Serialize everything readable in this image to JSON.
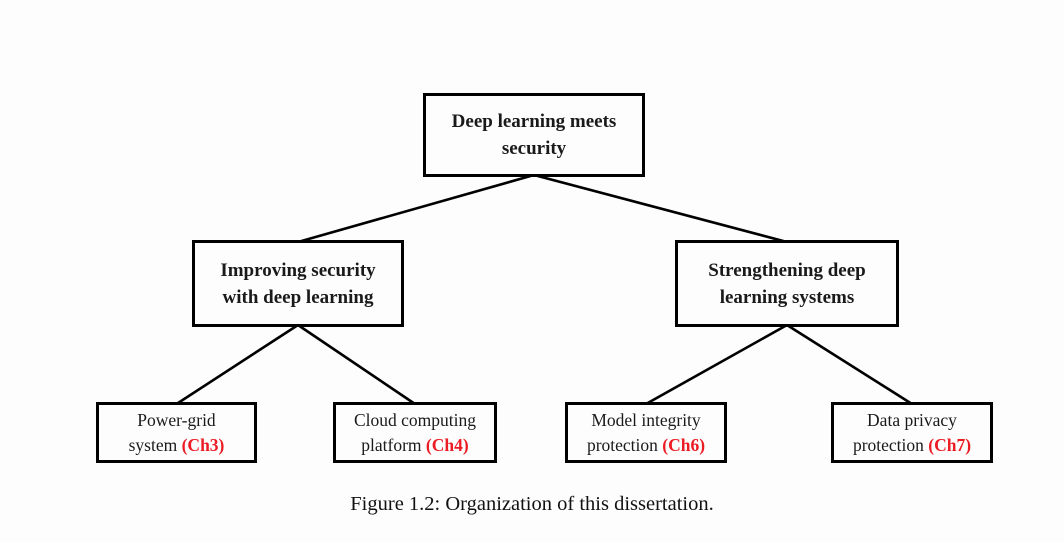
{
  "diagram": {
    "background_color": "#fdfdfd",
    "border_color": "#000000",
    "line_color": "#000000",
    "chapter_color": "#ec1c24",
    "caption": "Figure 1.2: Organization of this dissertation.",
    "nodes": [
      {
        "id": "root",
        "level": 1,
        "line1": "Deep learning meets",
        "line2": "security"
      },
      {
        "id": "left",
        "level": 2,
        "line1": "Improving security",
        "line2": "with deep learning"
      },
      {
        "id": "right",
        "level": 2,
        "line1": "Strengthening deep",
        "line2": "learning systems"
      },
      {
        "id": "leaf1",
        "level": 3,
        "line1": "Power-grid",
        "line2": "system",
        "chapter": "(Ch3)"
      },
      {
        "id": "leaf2",
        "level": 3,
        "line1": "Cloud computing",
        "line2": "platform",
        "chapter": "(Ch4)"
      },
      {
        "id": "leaf3",
        "level": 3,
        "line1": "Model integrity",
        "line2": "protection",
        "chapter": "(Ch6)"
      },
      {
        "id": "leaf4",
        "level": 3,
        "line1": "Data privacy",
        "line2": "protection",
        "chapter": "(Ch7)"
      }
    ],
    "edges": [
      [
        "root",
        "left"
      ],
      [
        "root",
        "right"
      ],
      [
        "left",
        "leaf1"
      ],
      [
        "left",
        "leaf2"
      ],
      [
        "right",
        "leaf3"
      ],
      [
        "right",
        "leaf4"
      ]
    ]
  }
}
